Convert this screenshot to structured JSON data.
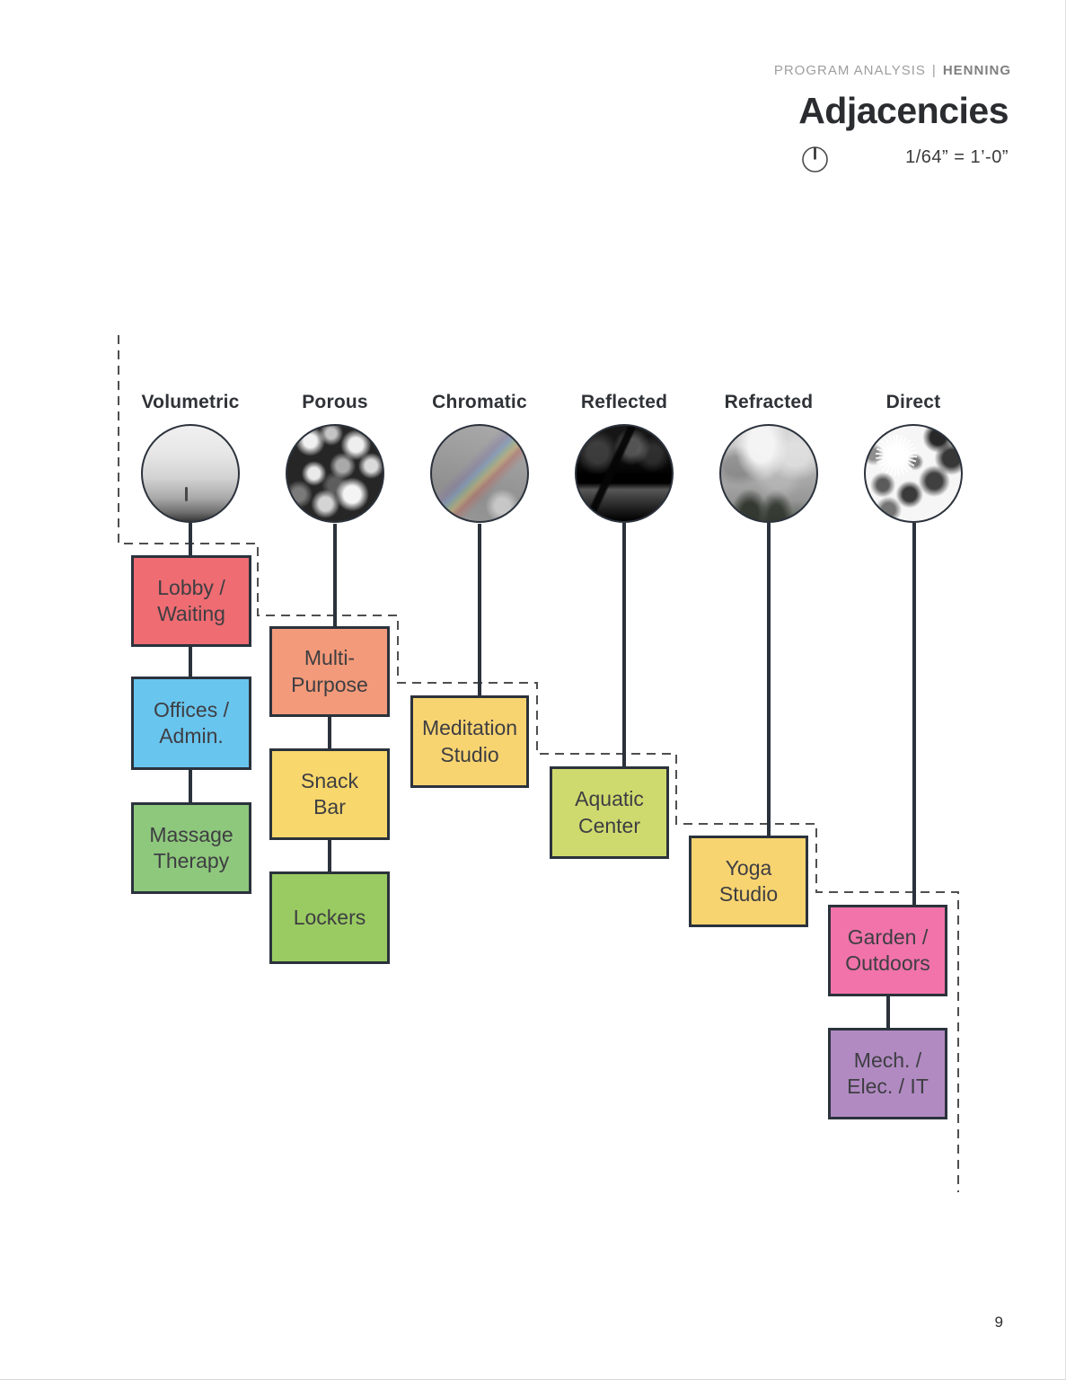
{
  "page": {
    "eyebrow": {
      "prefix": "PROGRAM ANALYSIS",
      "separator": "|",
      "name": "HENNING"
    },
    "title": "Adjacencies",
    "scale": "1/64” = 1’-0”",
    "page_number": "9"
  },
  "columns": [
    {
      "label": "Volumetric",
      "photo": "foggy-horizon",
      "boxes": [
        {
          "label": "Lobby /\nWaiting",
          "color": "#ee6c72"
        },
        {
          "label": "Offices /\nAdmin.",
          "color": "#68c5ee"
        },
        {
          "label": "Massage\nTherapy",
          "color": "#8ec87d"
        }
      ]
    },
    {
      "label": "Porous",
      "photo": "bokeh-foliage",
      "boxes": [
        {
          "label": "Multi-\nPurpose",
          "color": "#f39a7a"
        },
        {
          "label": "Snack\nBar",
          "color": "#f8d76c"
        },
        {
          "label": "Lockers",
          "color": "#9acb62"
        }
      ]
    },
    {
      "label": "Chromatic",
      "photo": "rainbow-sky",
      "boxes": [
        {
          "label": "Meditation\nStudio",
          "color": "#f8d471"
        }
      ]
    },
    {
      "label": "Reflected",
      "photo": "water-reflection",
      "boxes": [
        {
          "label": "Aquatic\nCenter",
          "color": "#cfda6e"
        }
      ]
    },
    {
      "label": "Refracted",
      "photo": "storm-clouds",
      "boxes": [
        {
          "label": "Yoga\nStudio",
          "color": "#f8d471"
        }
      ]
    },
    {
      "label": "Direct",
      "photo": "sunburst-canopy",
      "boxes": [
        {
          "label": "Garden /\nOutdoors",
          "color": "#f173aa"
        },
        {
          "label": "Mech. /\nElec. / IT",
          "color": "#b18ac2"
        }
      ]
    }
  ],
  "style_colors": {
    "outline": "#2b323c",
    "dashed_line": "#4f4f4f",
    "box_text": "#3e3e42"
  }
}
